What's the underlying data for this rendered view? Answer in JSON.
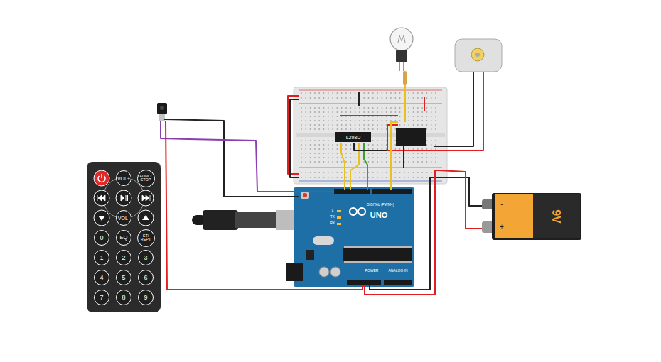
{
  "diagram": {
    "nodes": [
      {
        "text": [
          "VOL+"
        ]
      },
      {
        "text": [
          "FUNC/ STOP"
        ]
      },
      {
        "text": [
          "VOL-"
        ]
      },
      {
        "text": [
          "0"
        ]
      },
      {
        "text": [
          "EQ"
        ]
      },
      {
        "text": [
          "ST/ REPT"
        ]
      },
      {
        "text": [
          "1"
        ]
      },
      {
        "text": [
          "2"
        ]
      },
      {
        "text": [
          "3"
        ]
      },
      {
        "text": [
          "4"
        ]
      },
      {
        "text": [
          "5"
        ]
      },
      {
        "text": [
          "6"
        ]
      },
      {
        "text": [
          "7"
        ]
      },
      {
        "text": [
          "8"
        ]
      },
      {
        "text": [
          "9"
        ]
      },
      {
        "text": [
          "L293D"
        ]
      }
    ],
    "labels": [
      "UNO",
      "DIGITAL (PWM~)",
      "POWER",
      "ANALOG IN",
      "TX",
      "RX",
      "L",
      "9V",
      "-",
      "+"
    ]
  }
}
